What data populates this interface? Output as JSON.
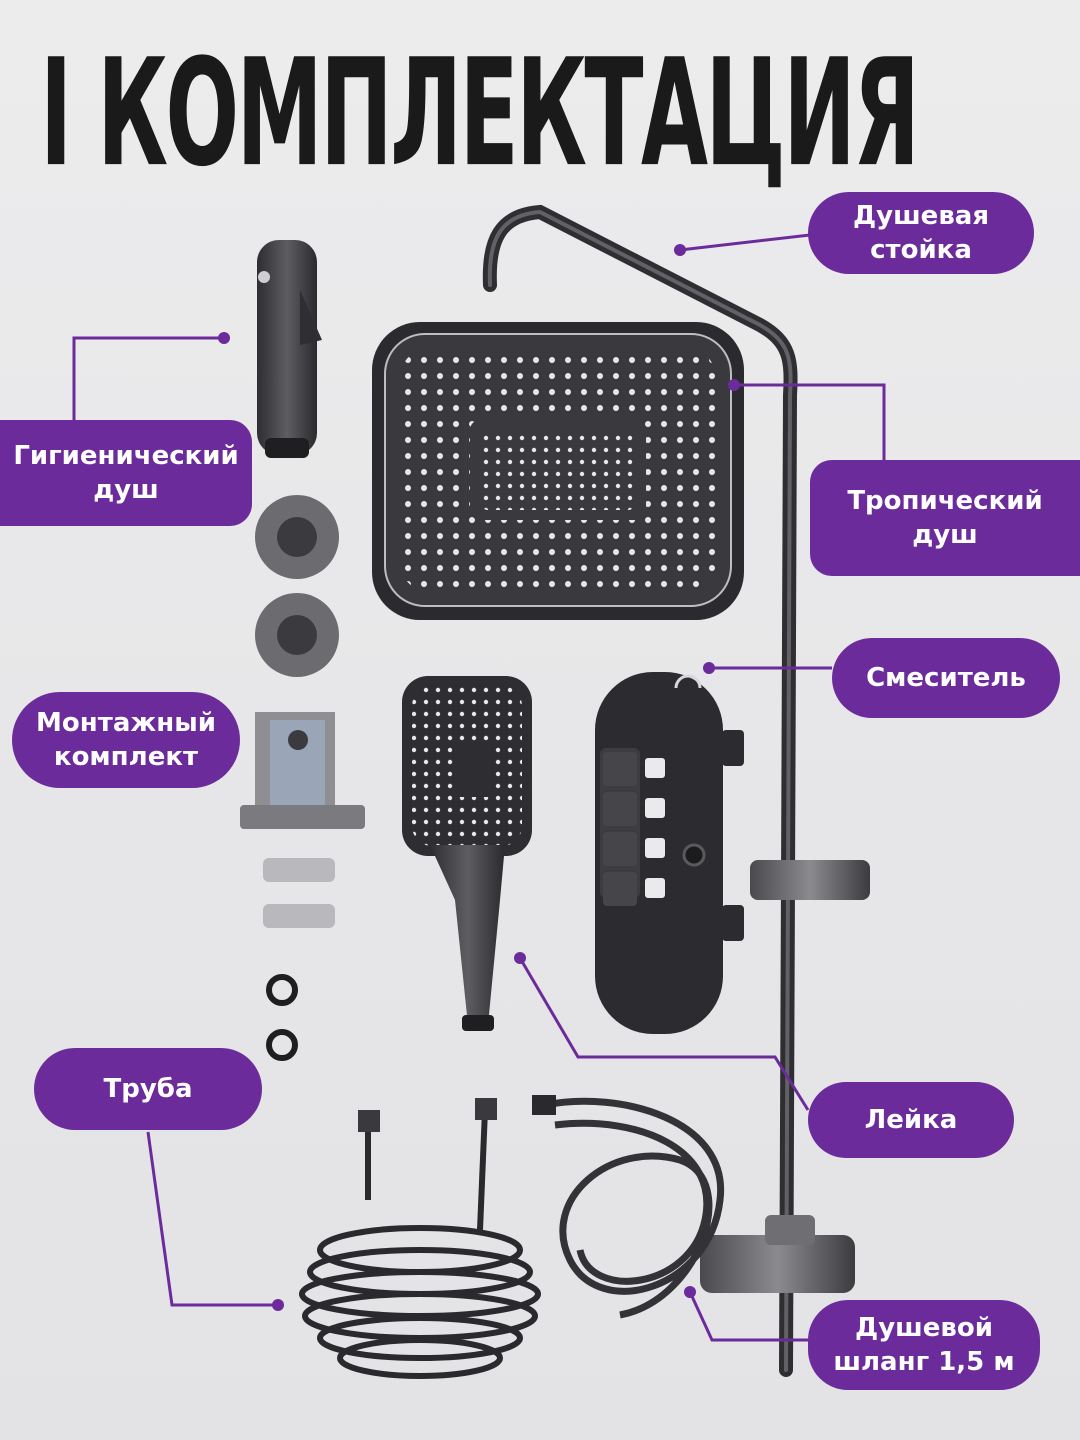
{
  "title": "I КОМПЛЕКТАЦИЯ",
  "accent_color": "#6c2b9b",
  "labels": {
    "shower_rack": "Душевая\nстойка",
    "hygienic_shower": "Гигиенический\nдуш",
    "tropical_shower": "Тропический\nдуш",
    "mixer": "Смеситель",
    "mounting_kit": "Монтажный\nкомплект",
    "pipe": "Труба",
    "watering_can": "Лейка",
    "shower_hose": "Душевой\nшланг 1,5 м"
  },
  "panel_icons": [
    "rain-shower-icon",
    "handheld-shower-icon",
    "tub-spout-icon",
    "hygienic-shower-icon"
  ]
}
